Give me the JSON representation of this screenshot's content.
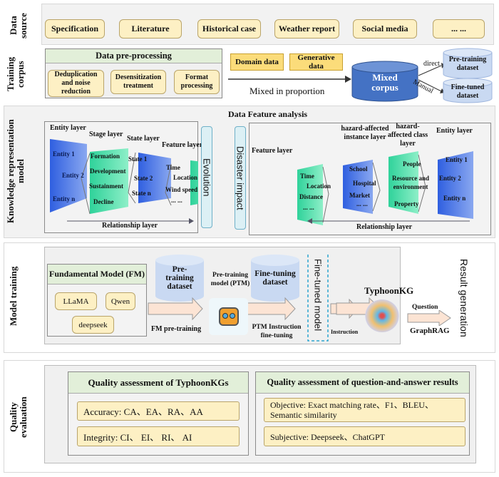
{
  "sections": {
    "data_source": "Data source",
    "training_corpus": "Training corpus",
    "knowledge": "Knowledge representation model",
    "model_training": "Model training",
    "quality": "Quality evaluation"
  },
  "data_source_items": [
    "Specification",
    "Literature",
    "Historical case",
    "Weather report",
    "Social media",
    "... ..."
  ],
  "corpus": {
    "preprocessing_title": "Data pre-processing",
    "steps": [
      "Deduplication and noise reduction",
      "Desensitization treatment",
      "Format processing"
    ],
    "domain": "Domain data",
    "generative": "Generative data",
    "mixed_label": "Mixed in proportion",
    "mixed_corpus": "Mixed corpus",
    "direct": "direct",
    "manual": "Manual",
    "pretrain_ds": "Pre-training dataset",
    "finetuned_ds": "Fine-tuned dataset"
  },
  "knowledge": {
    "title": "Data Feature analysis",
    "left": {
      "entity_layer": "Entity layer",
      "entities": [
        "Entity 1",
        "Entity 2",
        "Entity n"
      ],
      "stage_layer": "Stage layer",
      "stages": [
        "Formation",
        "Development",
        "Sustainment",
        "Decline"
      ],
      "state_layer": "State layer",
      "states": [
        "State 1",
        "State 2",
        "State n"
      ],
      "feature_layer": "Feature layer",
      "features": [
        "Time",
        "Location",
        "Wind speed",
        "... ..."
      ],
      "relationship": "Relationship layer"
    },
    "evolution": "Evolution",
    "disaster": "Disaster impact",
    "right": {
      "feature_layer": "Feature layer",
      "features": [
        "Time",
        "Location",
        "Distance",
        "... ..."
      ],
      "instance_layer": "hazard-affected instance layer",
      "instances": [
        "School",
        "Hospital",
        "Market",
        "... ..."
      ],
      "class_layer": "hazard-affected class layer",
      "classes": [
        "People",
        "Resource and environment",
        "Property"
      ],
      "entity_layer": "Entity layer",
      "entities": [
        "Entity 1",
        "Entity 2",
        "Entity n"
      ],
      "relationship": "Relationship layer"
    }
  },
  "training": {
    "fm_title": "Fundamental Model (FM)",
    "models": [
      "LLaMA",
      "Qwen",
      "deepseek"
    ],
    "pretrain_ds": "Pre-training dataset",
    "fm_pretraining": "FM pre-training",
    "ptm": "Pre-training model (PTM)",
    "finetune_ds": "Fine-tuning dataset",
    "ptm_instruction": "PTM Instruction fine-tuning",
    "finetuned_model": "Fine-tuned model",
    "instruction": "Instruction",
    "kg": "TyphoonKG",
    "question": "Question",
    "graphrag": "GraphRAG",
    "result": "Result generation"
  },
  "quality": {
    "kg_title": "Quality assessment of TyphoonKGs",
    "kg_items": [
      "Accuracy: CA、EA、RA、AA",
      "Integrity: CI、 EI、 RI、 AI"
    ],
    "qa_title": "Quality assessment of question-and-answer results",
    "qa_items": [
      "Objective: Exact matching rate、F1、BLEU、Semantic similarity",
      "Subjective: Deepseek、ChatGPT"
    ]
  },
  "colors": {
    "blue": "#3f6fe0",
    "green": "#3fd9a0",
    "yellow": "#fdf0c4",
    "header_green": "#e2efd9",
    "cylinder": "#c9d9f2"
  }
}
